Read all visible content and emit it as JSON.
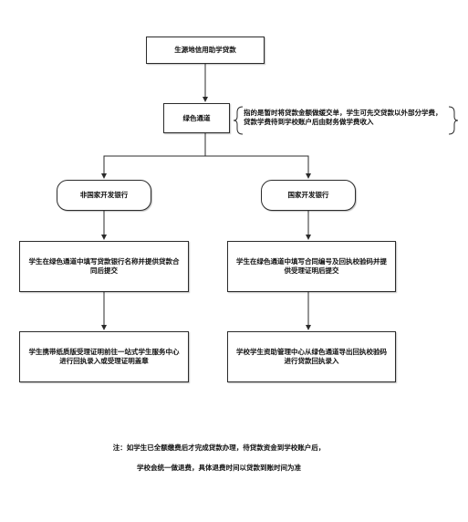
{
  "nodes": {
    "start": "生源地信用助学贷款",
    "green_channel": "绿色通道",
    "non_state_bank": "非国家开发银行",
    "state_bank": "国家开发银行",
    "left_step1": "学生在绿色通道中填写贷款银行名称并提供贷款合同后提交",
    "right_step1": "学生在绿色通道中填写合同编号及回执校验码并提供受理证明后提交",
    "left_step2": "学生携带纸质版受理证明前往一站式学生服务中心进行回执录入或受理证明盖章",
    "right_step2": "学校学生资助管理中心从绿色通道导出回执校验码进行贷款回执录入"
  },
  "annotation": "指的是暂时将贷款金额做缓交单，学生可先交贷款以外部分学费，贷款学费待到学校账户后由财务做学费收入",
  "footer": {
    "line1": "注：如学生已全额缴费后才完成贷款办理，待贷款资金到学校账户后，",
    "line2": "学校会统一做退费，具体退费时间以贷款到账时间为准"
  }
}
